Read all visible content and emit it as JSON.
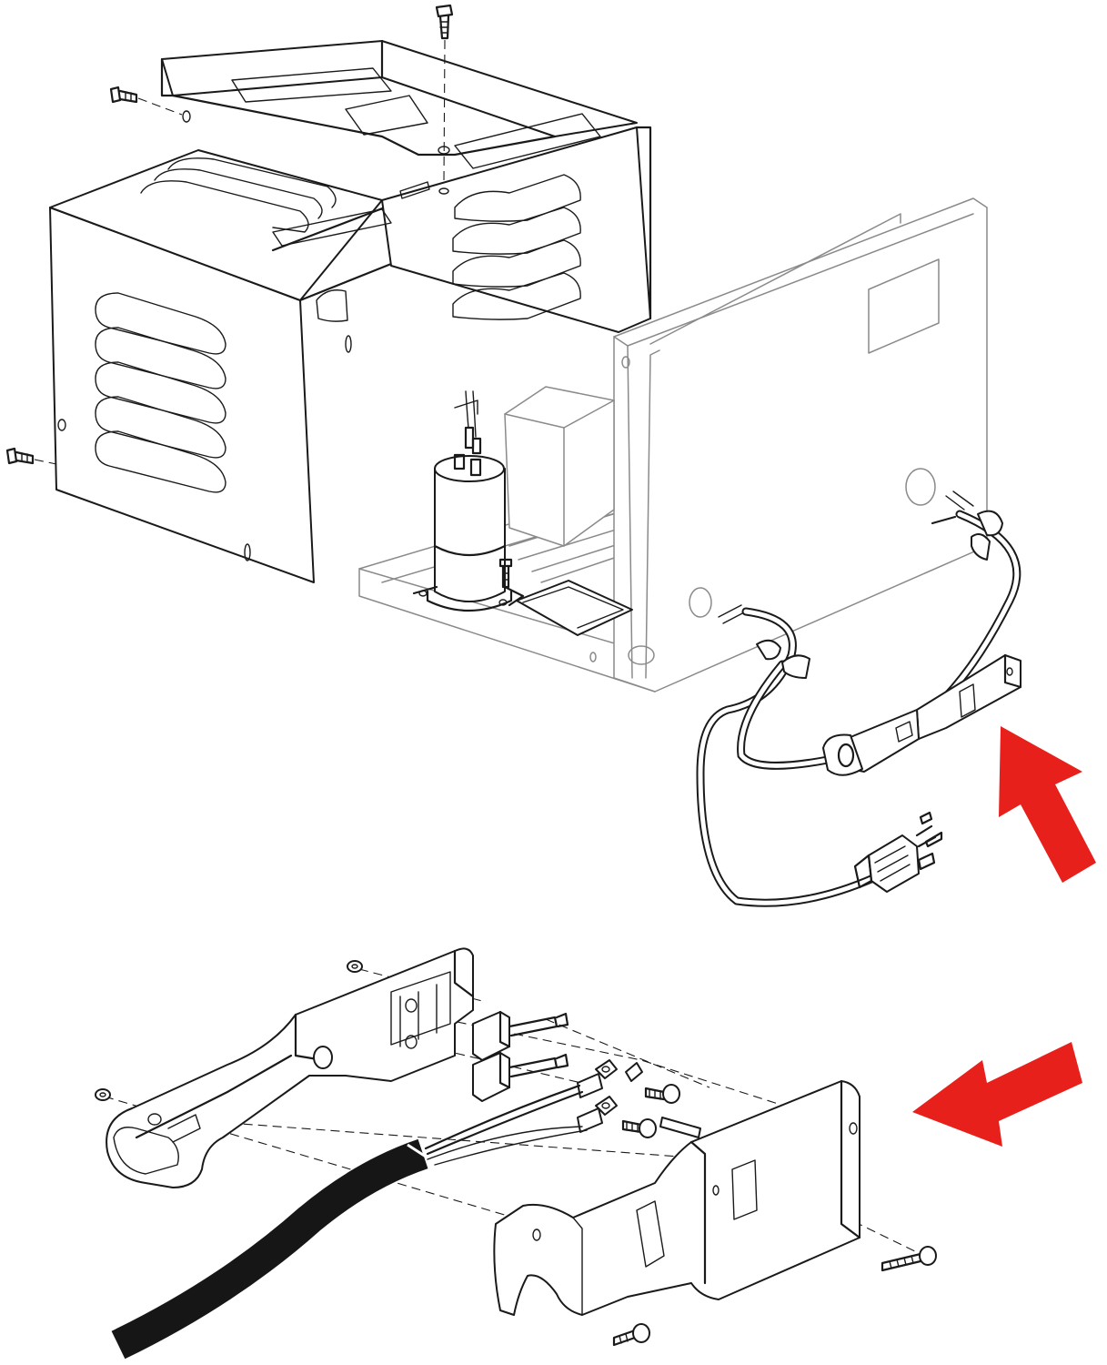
{
  "figure": {
    "upper_assembly": {
      "components": [
        "charger-cabinet-cover",
        "charger-base-chassis",
        "capacitor",
        "transformer",
        "ac-power-cord",
        "dc-charger-plug",
        "ac-plug"
      ],
      "fasteners": 4
    },
    "lower_assembly": {
      "components": [
        "plug-handle-left-half",
        "plug-handle-right-half",
        "plug-contacts",
        "wire-terminals",
        "charger-cord"
      ],
      "fasteners": 5
    },
    "callouts": [
      {
        "shape": "arrow",
        "color": "#e8201c",
        "direction": "up-left",
        "points_to": "dc-charger-plug"
      },
      {
        "shape": "arrow",
        "color": "#e8201c",
        "direction": "left",
        "points_to": "plug-handle-right-half"
      }
    ]
  },
  "colors": {
    "line": "#1a1a1a",
    "faint_line": "#8a8a8a",
    "accent": "#e8201c",
    "background": "#ffffff"
  }
}
